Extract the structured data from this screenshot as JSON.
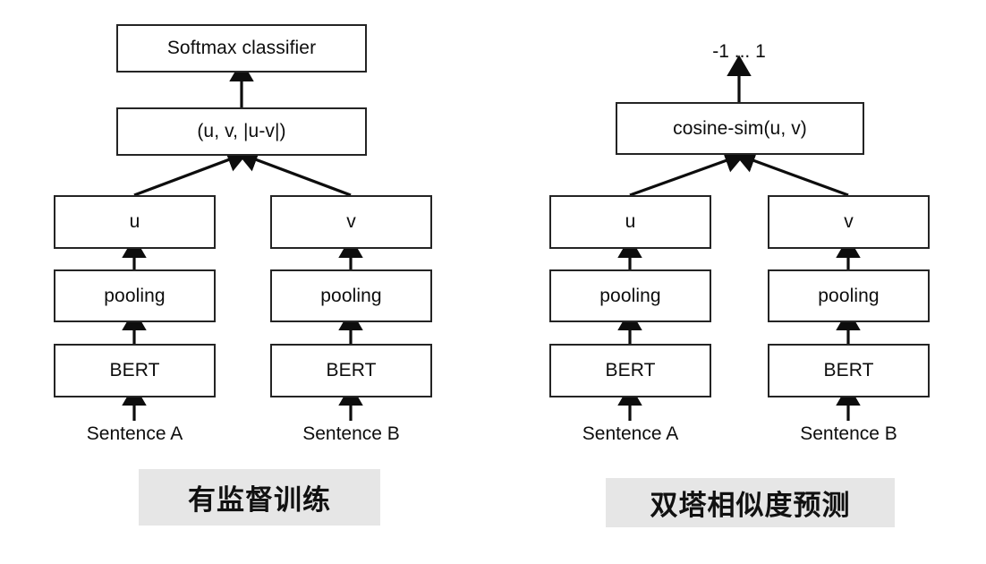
{
  "figure": {
    "title": "SBERT training and inference architectures",
    "background_color": "#ffffff",
    "stroke_color": "#242424",
    "caption_background": "#e6e6e6",
    "text_color": "#0d0d0d"
  },
  "panels": [
    {
      "id": "supervised-training",
      "caption": "有监督训练",
      "top_label": "",
      "nodes": {
        "head": "Softmax classifier",
        "combine": "(u, v, |u-v|)",
        "left_vector": "u",
        "right_vector": "v",
        "left_pooling": "pooling",
        "right_pooling": "pooling",
        "left_encoder": "BERT",
        "right_encoder": "BERT",
        "left_input": "Sentence A",
        "right_input": "Sentence B"
      }
    },
    {
      "id": "dual-tower-similarity",
      "caption": "双塔相似度预测",
      "top_label": "-1 ... 1",
      "nodes": {
        "head": "",
        "combine": "cosine-sim(u, v)",
        "left_vector": "u",
        "right_vector": "v",
        "left_pooling": "pooling",
        "right_pooling": "pooling",
        "left_encoder": "BERT",
        "right_encoder": "BERT",
        "left_input": "Sentence A",
        "right_input": "Sentence B"
      }
    }
  ]
}
